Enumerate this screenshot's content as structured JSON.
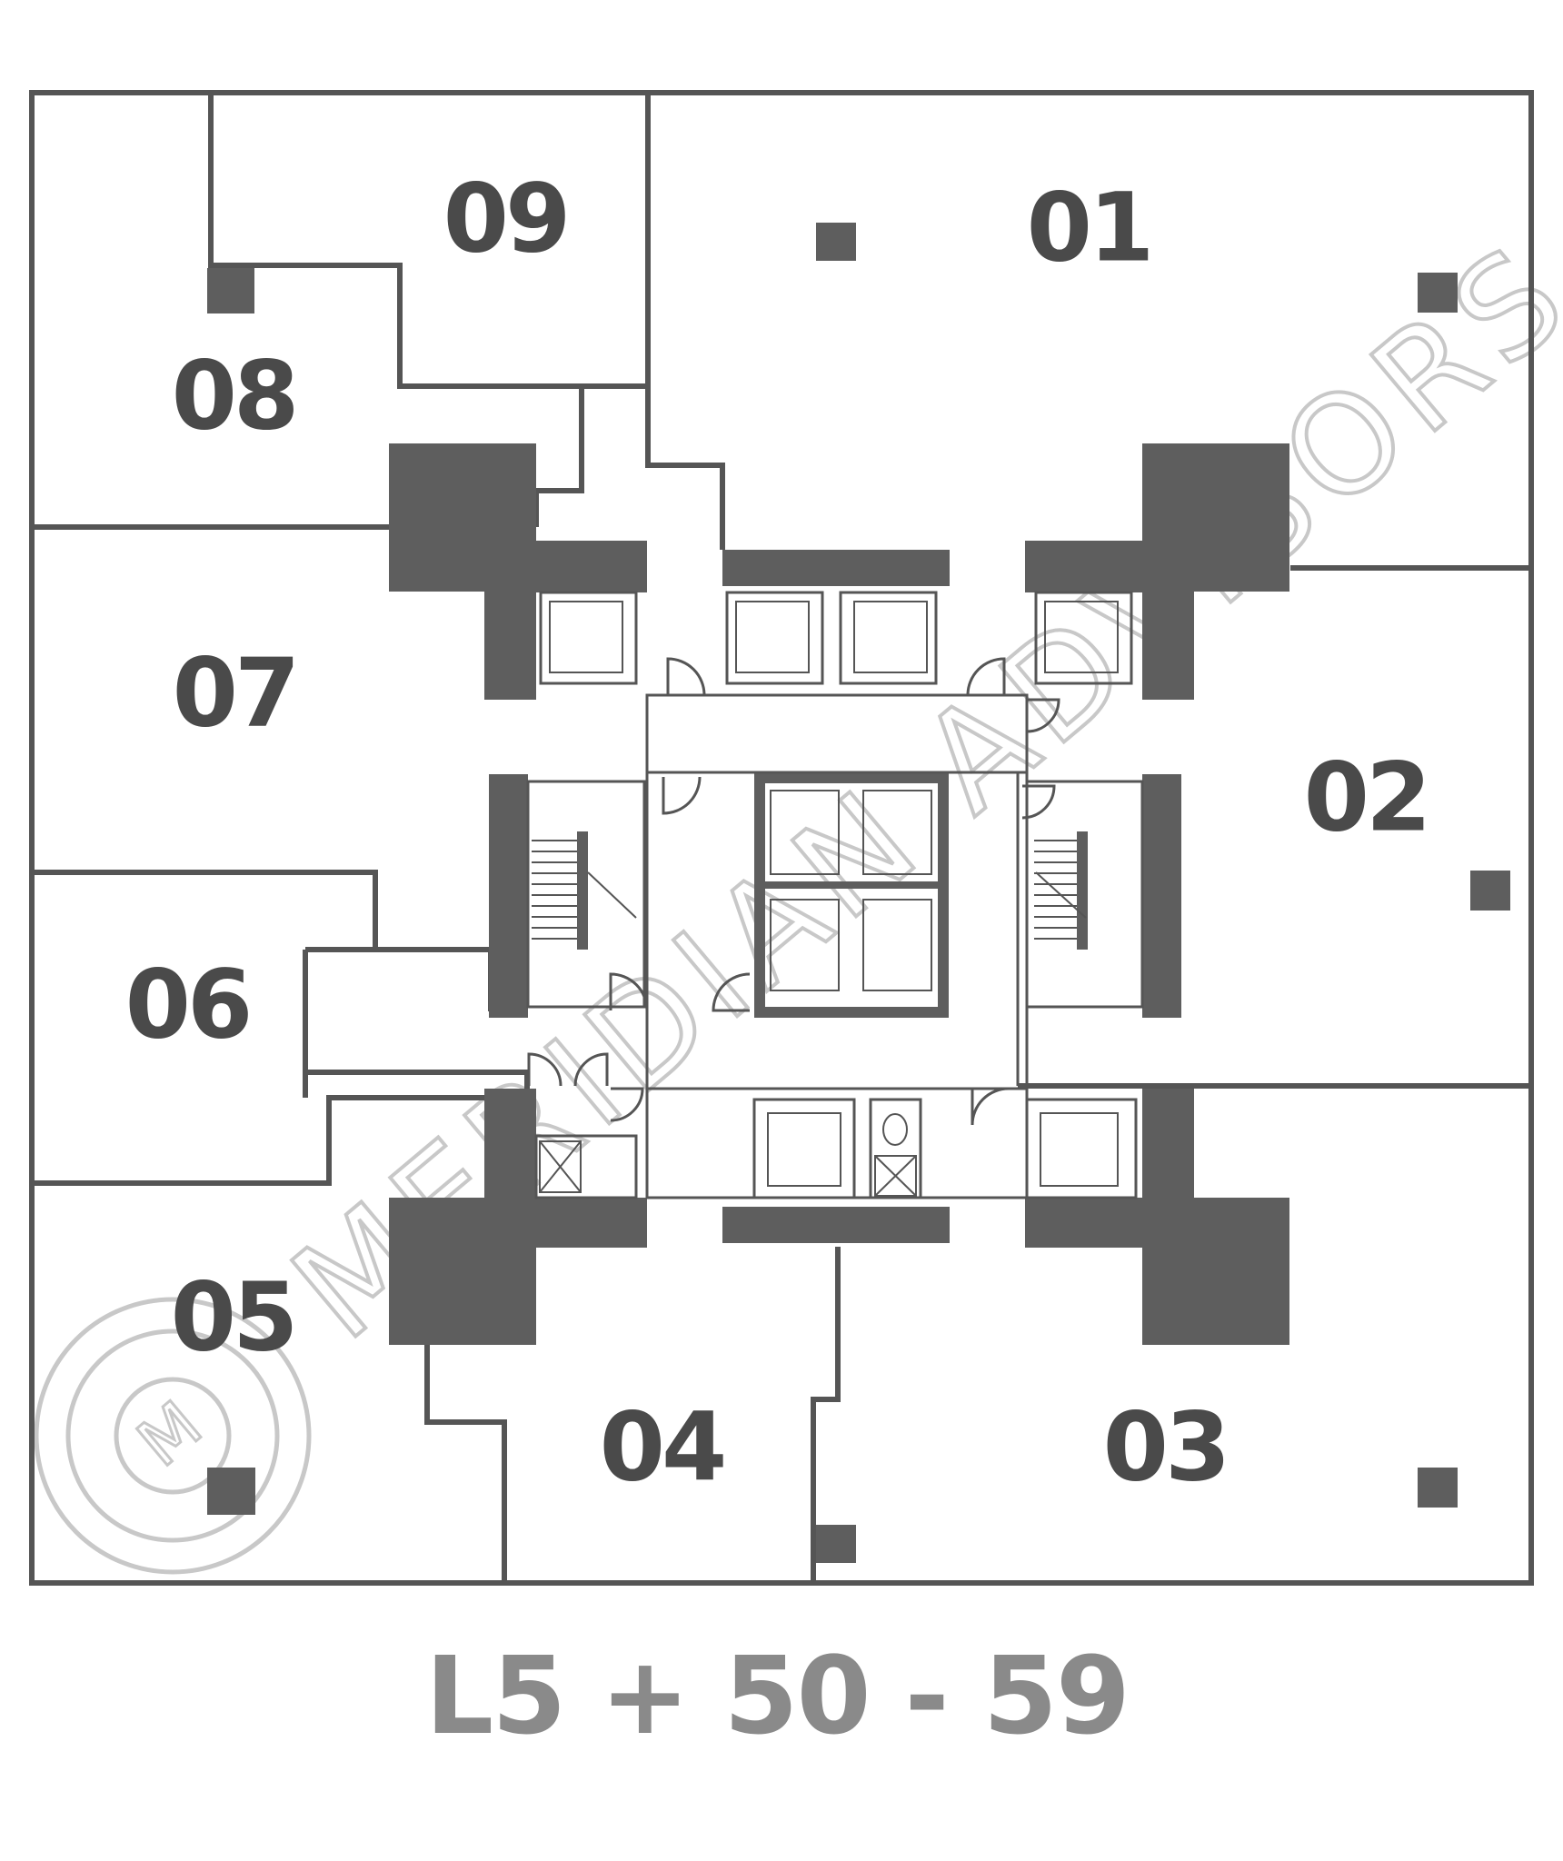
{
  "floor_label": "L5 + 50 - 59",
  "units": [
    {
      "id": "01",
      "label": "01"
    },
    {
      "id": "02",
      "label": "02"
    },
    {
      "id": "03",
      "label": "03"
    },
    {
      "id": "04",
      "label": "04"
    },
    {
      "id": "05",
      "label": "05"
    },
    {
      "id": "06",
      "label": "06"
    },
    {
      "id": "07",
      "label": "07"
    },
    {
      "id": "08",
      "label": "08"
    },
    {
      "id": "09",
      "label": "09"
    }
  ],
  "watermark": {
    "text": "MERIDIAN ADVISORS",
    "logo_letter": "M"
  }
}
